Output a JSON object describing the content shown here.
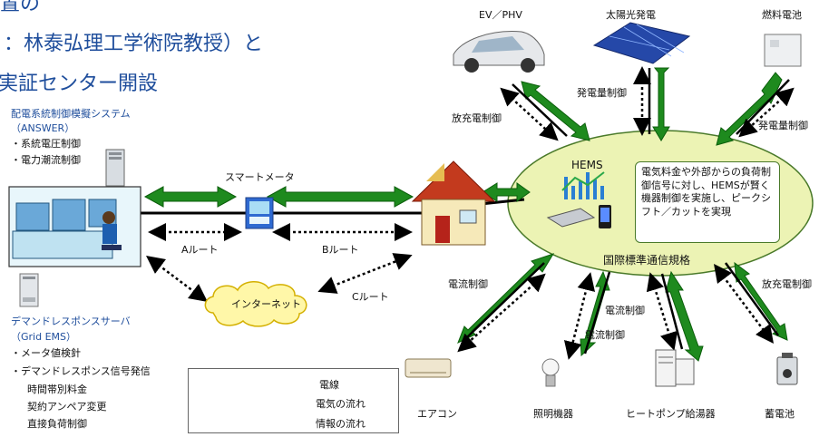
{
  "header": {
    "line1": "置の",
    "line2": "：林泰弘理工学術院教授）と",
    "line3": "実証センター開設"
  },
  "answer": {
    "title1": "配電系統制御模擬システム",
    "title2": "（ANSWER）",
    "items": [
      "・系統電圧制御",
      "・電力潮流制御"
    ]
  },
  "demand": {
    "title1": "デマンドレスポンスサーバ",
    "title2": "（Grid EMS）",
    "items": [
      "・メータ値検針",
      "・デマンドレスポンス信号発信"
    ],
    "subitems": [
      "時間帯別料金",
      "契約アンペア変更",
      "直接負荷制御"
    ]
  },
  "network": {
    "smart_meter": "スマートメータ",
    "route_a": "Aルート",
    "route_b": "Bルート",
    "route_c": "Cルート",
    "internet": "インターネット"
  },
  "hems": {
    "label": "HEMS",
    "bubble_text": "電気料金や外部からの負荷制御信号に対し、HEMSが賢く機器制御を実施し、ピークシフト／カットを実現",
    "standard": "国際標準通信規格"
  },
  "devices_top": {
    "ev": "EV／PHV",
    "solar": "太陽光発電",
    "fuelcell": "燃料電池"
  },
  "control_labels": {
    "discharge_ev": "放充電制御",
    "gen_solar": "発電量制御",
    "gen_fuel": "発電量制御",
    "current_ac": "電流制御",
    "current_light1": "電流制御",
    "current_light2": "電流制御",
    "discharge_bat": "放充電制御"
  },
  "devices_bottom": {
    "aircon": "エアコン",
    "lighting": "照明機器",
    "heatpump": "ヒートポンプ給湯器",
    "battery": "蓄電池"
  },
  "legend": {
    "wire": "電線",
    "electricity": "電気の流れ",
    "info": "情報の流れ"
  },
  "colors": {
    "arrow_green": "#1e8a1e",
    "arrow_dark": "#0b5e0b",
    "hems_fill": "#ecf3b4",
    "hems_stroke": "#4a7a2a",
    "title_blue": "#1f4e9c"
  }
}
